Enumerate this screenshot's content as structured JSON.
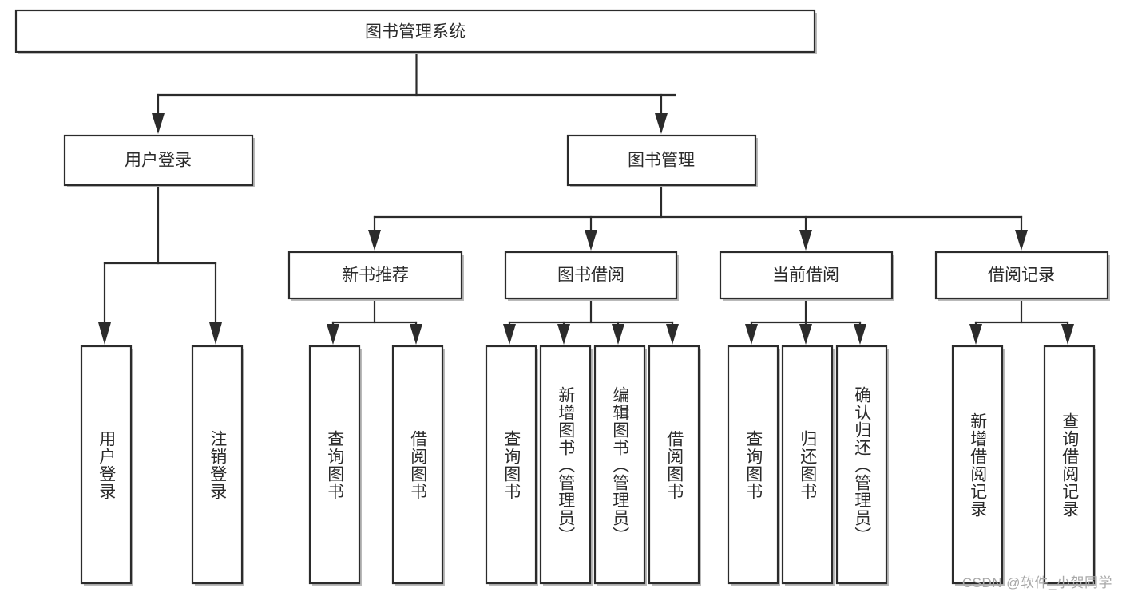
{
  "diagram": {
    "title": "图书管理系统",
    "watermark": "CSDN @软件_小贺同学",
    "colors": {
      "stroke": "#2b2b2b",
      "fill": "#ffffff",
      "shadow": "#b9b9b9",
      "watermark": "#a8a8a8",
      "background": "#ffffff"
    },
    "levels": {
      "root": "图书管理系统",
      "level2": [
        "用户登录",
        "图书管理"
      ],
      "level3": [
        "新书推荐",
        "图书借阅",
        "当前借阅",
        "借阅记录"
      ],
      "level4": [
        "用户登录",
        "注销登录",
        "查询图书",
        "借阅图书",
        "查询图书",
        "新增图书（管理员）",
        "编辑图书（管理员）",
        "借阅图书",
        "查询图书",
        "归还图书",
        "确认归还（管理员）",
        "新增借阅记录",
        "查询借阅记录"
      ]
    },
    "nodes": {
      "root": {
        "label": "图书管理系统"
      },
      "user_login": {
        "label": "用户登录"
      },
      "book_mgmt": {
        "label": "图书管理"
      },
      "new_book_rec": {
        "label": "新书推荐"
      },
      "book_borrow": {
        "label": "图书借阅"
      },
      "current_borrow": {
        "label": "当前借阅"
      },
      "borrow_record": {
        "label": "借阅记录"
      },
      "leaf_user_login": {
        "label": "用户登录"
      },
      "leaf_logout": {
        "label": "注销登录"
      },
      "leaf_query_book_1": {
        "label": "查询图书"
      },
      "leaf_borrow_book_1": {
        "label": "借阅图书"
      },
      "leaf_query_book_2": {
        "label": "查询图书"
      },
      "leaf_add_book_admin": {
        "label": "新增图书（管理员）"
      },
      "leaf_edit_book_admin": {
        "label": "编辑图书（管理员）"
      },
      "leaf_borrow_book_2": {
        "label": "借阅图书"
      },
      "leaf_query_book_3": {
        "label": "查询图书"
      },
      "leaf_return_book": {
        "label": "归还图书"
      },
      "leaf_confirm_return_admin": {
        "label": "确认归还（管理员）"
      },
      "leaf_add_borrow_record": {
        "label": "新增借阅记录"
      },
      "leaf_query_borrow_record": {
        "label": "查询借阅记录"
      }
    },
    "edges": [
      {
        "from": "root",
        "to": "user_login"
      },
      {
        "from": "root",
        "to": "book_mgmt"
      },
      {
        "from": "user_login",
        "to": "leaf_user_login"
      },
      {
        "from": "user_login",
        "to": "leaf_logout"
      },
      {
        "from": "book_mgmt",
        "to": "new_book_rec"
      },
      {
        "from": "book_mgmt",
        "to": "book_borrow"
      },
      {
        "from": "book_mgmt",
        "to": "current_borrow"
      },
      {
        "from": "book_mgmt",
        "to": "borrow_record"
      },
      {
        "from": "new_book_rec",
        "to": "leaf_query_book_1"
      },
      {
        "from": "new_book_rec",
        "to": "leaf_borrow_book_1"
      },
      {
        "from": "book_borrow",
        "to": "leaf_query_book_2"
      },
      {
        "from": "book_borrow",
        "to": "leaf_add_book_admin"
      },
      {
        "from": "book_borrow",
        "to": "leaf_edit_book_admin"
      },
      {
        "from": "book_borrow",
        "to": "leaf_borrow_book_2"
      },
      {
        "from": "current_borrow",
        "to": "leaf_query_book_3"
      },
      {
        "from": "current_borrow",
        "to": "leaf_return_book"
      },
      {
        "from": "current_borrow",
        "to": "leaf_confirm_return_admin"
      },
      {
        "from": "borrow_record",
        "to": "leaf_add_borrow_record"
      },
      {
        "from": "borrow_record",
        "to": "leaf_query_borrow_record"
      }
    ]
  }
}
